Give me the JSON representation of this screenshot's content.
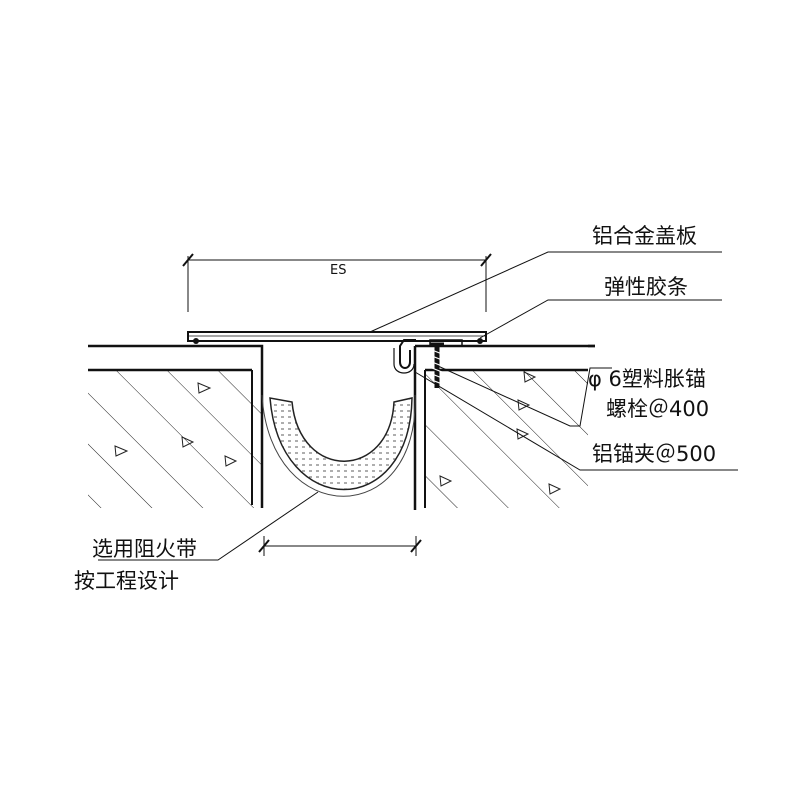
{
  "callouts": {
    "cover_plate": "铝合金盖板",
    "rubber_strip": "弹性胶条",
    "anchor_bolt_line1": "φ 6塑料胀锚",
    "anchor_bolt_line2": "螺栓＠400",
    "aluminum_clip": "铝锚夹＠500",
    "fire_barrier_line1": "选用阻火带",
    "fire_barrier_line2": "按工程设计"
  },
  "dimensions": {
    "es_label": "ES"
  }
}
